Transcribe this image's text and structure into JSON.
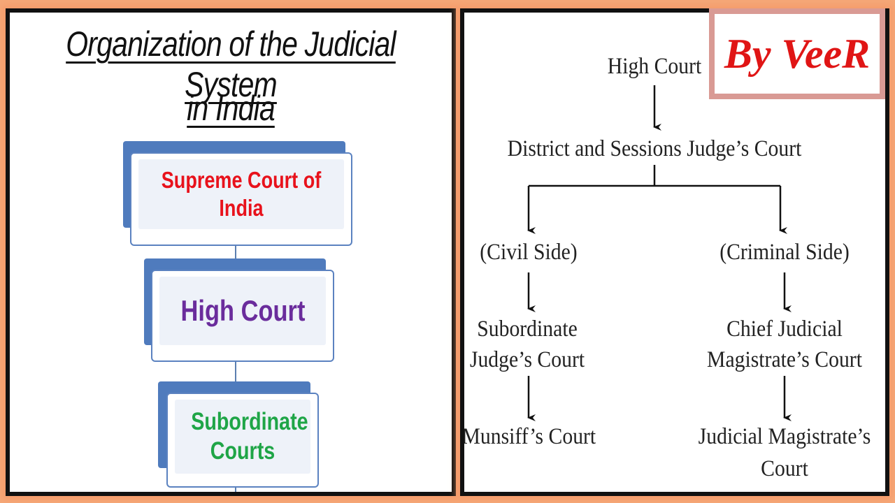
{
  "left": {
    "title_line1": "Organization of the Judicial System",
    "title_line2": "in India",
    "levels": [
      {
        "label": "Supreme Court of India",
        "color": "#e8121c"
      },
      {
        "label": "High Court",
        "color": "#6a2c9c"
      },
      {
        "label": "Subordinate Courts",
        "color": "#1fa547"
      }
    ]
  },
  "right": {
    "high_court": "High Court",
    "district": "District and Sessions Judge’s Court",
    "civil_side": "(Civil Side)",
    "criminal_side": "(Criminal Side)",
    "subordinate_judge": [
      "Subordinate",
      "Judge’s Court"
    ],
    "chief_judicial": [
      "Chief Judicial",
      "Magistrate’s Court"
    ],
    "munsiff": "Munsiff’s Court",
    "judicial_magistrate": [
      "Judicial Magistrate’s",
      "Court"
    ]
  },
  "badge": {
    "text": "By VeeR",
    "color": "#e01515"
  }
}
